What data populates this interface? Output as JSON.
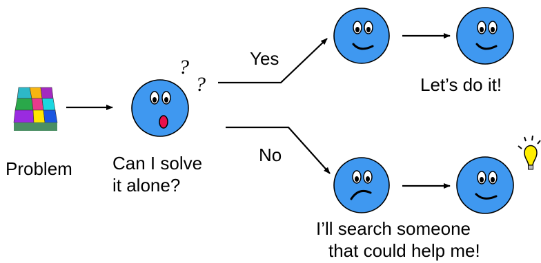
{
  "labels": {
    "problem": "Problem",
    "question_line1": "Can I solve",
    "question_line2": "it alone?",
    "yes": "Yes",
    "no": "No",
    "lets_do_it": "Let’s do it!",
    "search_line1": "I’ll search someone",
    "search_line2": "that could help me!"
  },
  "colors": {
    "face": "#3f98f0",
    "face_outline": "#000000",
    "mouth_open": "#e8104a",
    "bulb": "#ffee00",
    "puzzle": [
      "#2db8c8",
      "#f7b512",
      "#a32ac0",
      "#2aa84a",
      "#e83a8c",
      "#1ad6e0",
      "#9a2be0",
      "#ffe600",
      "#1b56e0"
    ]
  },
  "icons": {
    "problem": "puzzle-icon",
    "thinking": "question-marks-icon",
    "idea": "light-bulb-icon"
  }
}
